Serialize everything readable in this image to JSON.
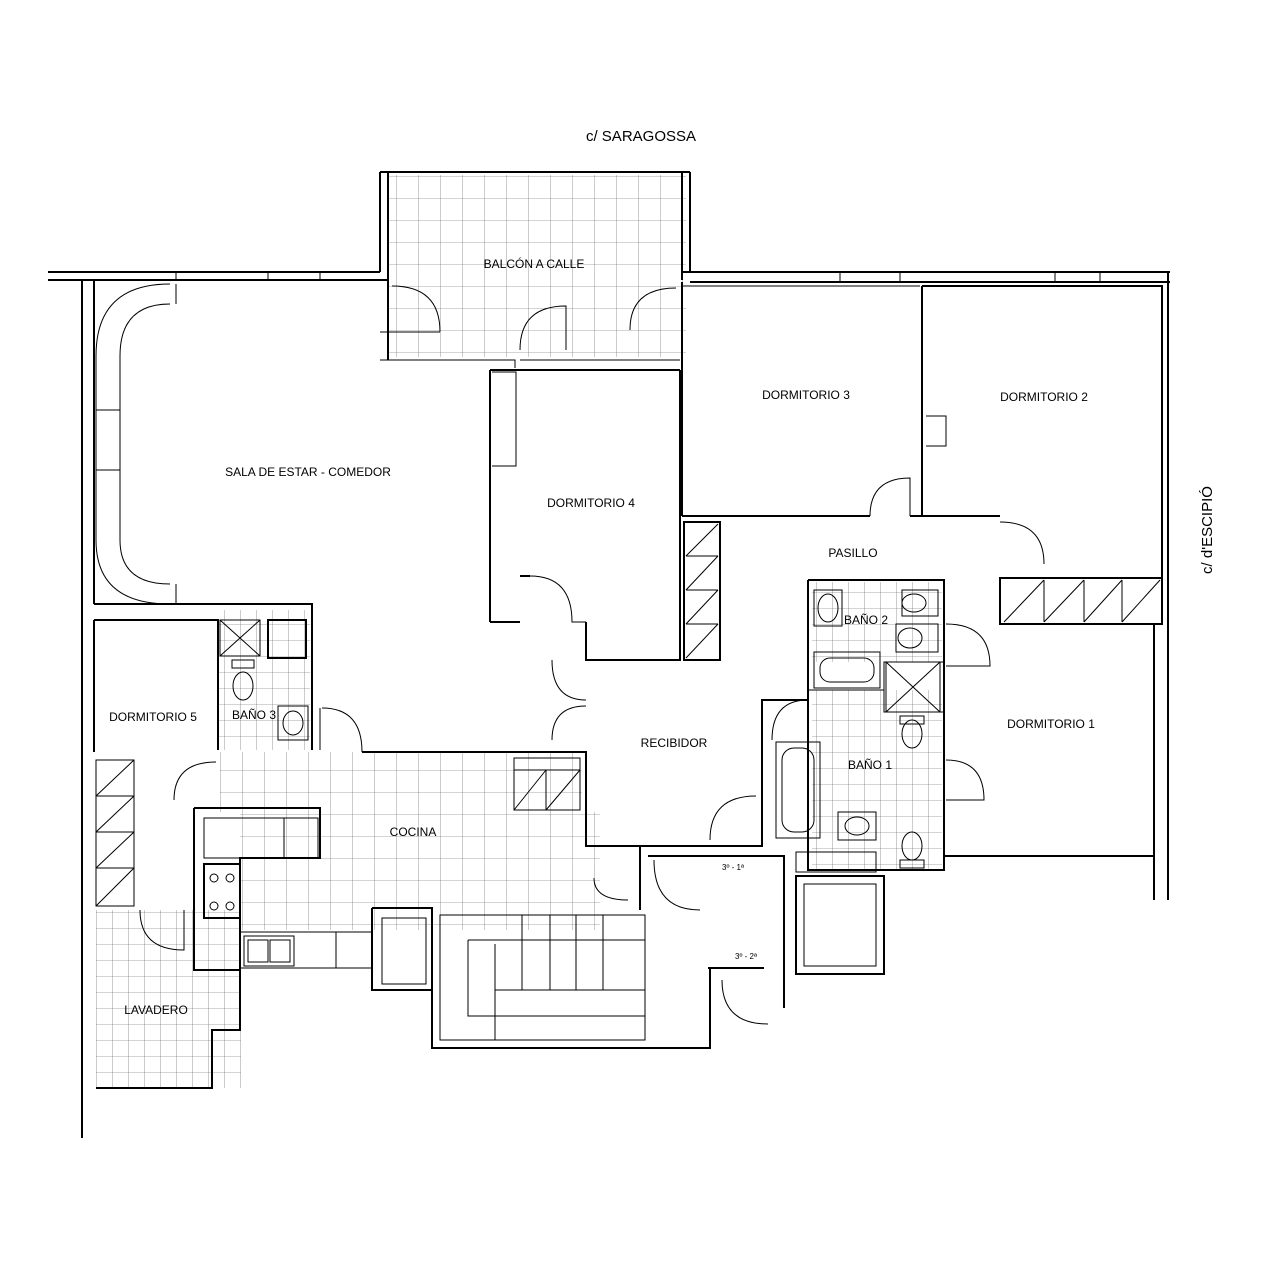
{
  "streets": {
    "north": "c/ SARAGOSSA",
    "east": "c/ d'ESCIPIÓ"
  },
  "rooms": {
    "balcon": "BALCÓN A CALLE",
    "sala": "SALA DE ESTAR - COMEDOR",
    "dorm4": "DORMITORIO 4",
    "dorm3": "DORMITORIO 3",
    "dorm2": "DORMITORIO 2",
    "dorm1": "DORMITORIO 1",
    "dorm5": "DORMITORIO 5",
    "pasillo": "PASILLO",
    "bano1": "BAÑO 1",
    "bano2": "BAÑO 2",
    "bano3": "BAÑO 3",
    "recibidor": "RECIBIDOR",
    "cocina": "COCINA",
    "lavadero": "LAVADERO"
  },
  "landing": {
    "door1": "3º - 1ª",
    "door2": "3º - 2ª"
  }
}
